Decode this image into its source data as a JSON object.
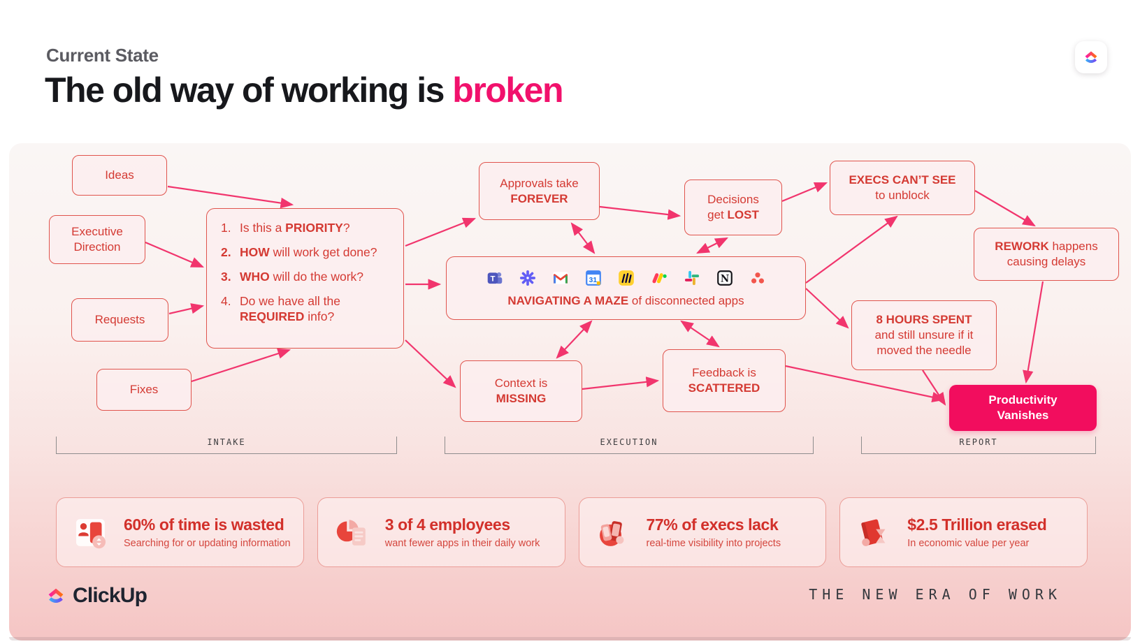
{
  "header": {
    "eyebrow": "Current State",
    "title_prefix": "The old way of working is ",
    "title_highlight": "broken"
  },
  "colors": {
    "highlight_pink": "#f1116c",
    "arrow_pink": "#f1356d",
    "box_red_text": "#d43a33",
    "box_border": "#e0544d",
    "solid_box_bg": "#f20d5e",
    "panel_bottom_pink": "#f5c5c4"
  },
  "diagram": {
    "boxes": {
      "ideas": {
        "lines": [
          [
            {
              "t": "Ideas"
            }
          ]
        ]
      },
      "executive": {
        "lines": [
          [
            {
              "t": "Executive"
            }
          ],
          [
            {
              "t": "Direction"
            }
          ]
        ]
      },
      "requests": {
        "lines": [
          [
            {
              "t": "Requests"
            }
          ]
        ]
      },
      "fixes": {
        "lines": [
          [
            {
              "t": "Fixes"
            }
          ]
        ]
      },
      "approvals": {
        "lines": [
          [
            {
              "t": "Approvals take"
            }
          ],
          [
            {
              "t": "FOREVER",
              "b": true
            }
          ]
        ]
      },
      "decisions": {
        "lines": [
          [
            {
              "t": "Decisions"
            }
          ],
          [
            {
              "t": "get "
            },
            {
              "t": "LOST",
              "b": true
            }
          ]
        ]
      },
      "execs": {
        "lines": [
          [
            {
              "t": "EXECS CAN’T SEE",
              "b": true
            }
          ],
          [
            {
              "t": "to unblock"
            }
          ]
        ]
      },
      "rework": {
        "lines": [
          [
            {
              "t": "REWORK",
              "b": true
            },
            {
              "t": " happens"
            }
          ],
          [
            {
              "t": "causing delays"
            }
          ]
        ]
      },
      "hours": {
        "lines": [
          [
            {
              "t": "8 HOURS SPENT",
              "b": true
            }
          ],
          [
            {
              "t": "and still unsure if it"
            }
          ],
          [
            {
              "t": "moved the needle"
            }
          ]
        ]
      },
      "context": {
        "lines": [
          [
            {
              "t": "Context is"
            }
          ],
          [
            {
              "t": "MISSING",
              "b": true
            }
          ]
        ]
      },
      "feedback": {
        "lines": [
          [
            {
              "t": "Feedback is"
            }
          ],
          [
            {
              "t": "SCATTERED",
              "b": true
            }
          ]
        ]
      },
      "productivity": {
        "lines": [
          [
            {
              "t": "Productivity"
            }
          ],
          [
            {
              "t": "Vanishes"
            }
          ]
        ]
      }
    },
    "questions": {
      "items": [
        {
          "num": [
            [
              {
                "t": "1."
              }
            ]
          ],
          "text": [
            [
              {
                "t": "Is this a "
              },
              {
                "t": "PRIORITY",
                "b": true
              },
              {
                "t": "?"
              }
            ]
          ]
        },
        {
          "num": [
            [
              {
                "t": "2.",
                "b": true
              }
            ]
          ],
          "text": [
            [
              {
                "t": "HOW",
                "b": true
              },
              {
                "t": " will work get done?"
              }
            ]
          ]
        },
        {
          "num": [
            [
              {
                "t": "3.",
                "b": true
              }
            ]
          ],
          "text": [
            [
              {
                "t": "WHO",
                "b": true
              },
              {
                "t": " will do the work?"
              }
            ]
          ]
        },
        {
          "num": [
            [
              {
                "t": "4."
              }
            ]
          ],
          "text": [
            [
              {
                "t": "Do we have all the "
              },
              {
                "t": "REQUIRED",
                "b": true
              },
              {
                "t": " info?"
              }
            ]
          ]
        }
      ]
    },
    "maze": {
      "apps": [
        "teams",
        "loom",
        "gmail",
        "google-calendar",
        "miro",
        "monday",
        "slack",
        "notion",
        "asana"
      ],
      "caption": [
        [
          {
            "t": "NAVIGATING A MAZE",
            "b": true
          },
          {
            "t": " of disconnected apps"
          }
        ]
      ]
    },
    "stages": {
      "intake": "INTAKE",
      "execution": "EXECUTION",
      "report": "REPORT"
    }
  },
  "stats": [
    {
      "icon": "id-card-icon",
      "headline": "60% of time is wasted",
      "sub": "Searching for or updating information"
    },
    {
      "icon": "pie-chart-icon",
      "headline": "3 of 4 employees",
      "sub": "want fewer apps in their daily work"
    },
    {
      "icon": "devices-icon",
      "headline": "77% of execs lack",
      "sub": "real-time visibility into projects"
    },
    {
      "icon": "book-icon",
      "headline": "$2.5 Trillion erased",
      "sub": "In economic value per year"
    }
  ],
  "footer": {
    "brand": "ClickUp",
    "tagline": "THE NEW ERA OF WORK"
  }
}
